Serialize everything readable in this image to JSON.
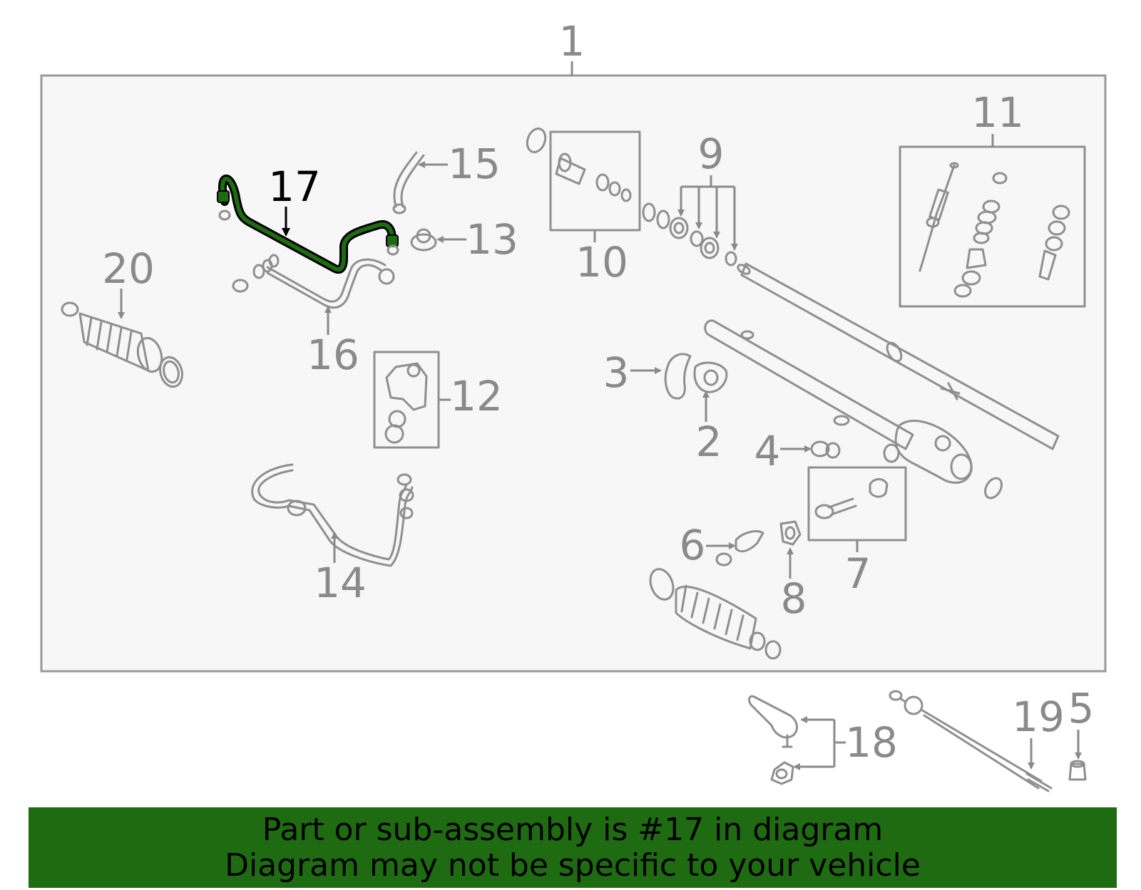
{
  "colors": {
    "highlight": "#1f6b12",
    "banner": "#1f6b12",
    "parts": "#8f8f8f",
    "frame_fill": "#f7f7f7"
  },
  "diagram": {
    "highlighted_part": "17",
    "callouts": {
      "c1": "1",
      "c2": "2",
      "c3": "3",
      "c4": "4",
      "c5": "5",
      "c6": "6",
      "c7": "7",
      "c8": "8",
      "c9": "9",
      "c10": "10",
      "c11": "11",
      "c12": "12",
      "c13": "13",
      "c14": "14",
      "c15": "15",
      "c16": "16",
      "c17": "17",
      "c18": "18",
      "c19": "19",
      "c20": "20"
    }
  },
  "banner": {
    "line1": "Part or sub-assembly is #17 in diagram",
    "line2": "Diagram may not be specific to your vehicle"
  }
}
